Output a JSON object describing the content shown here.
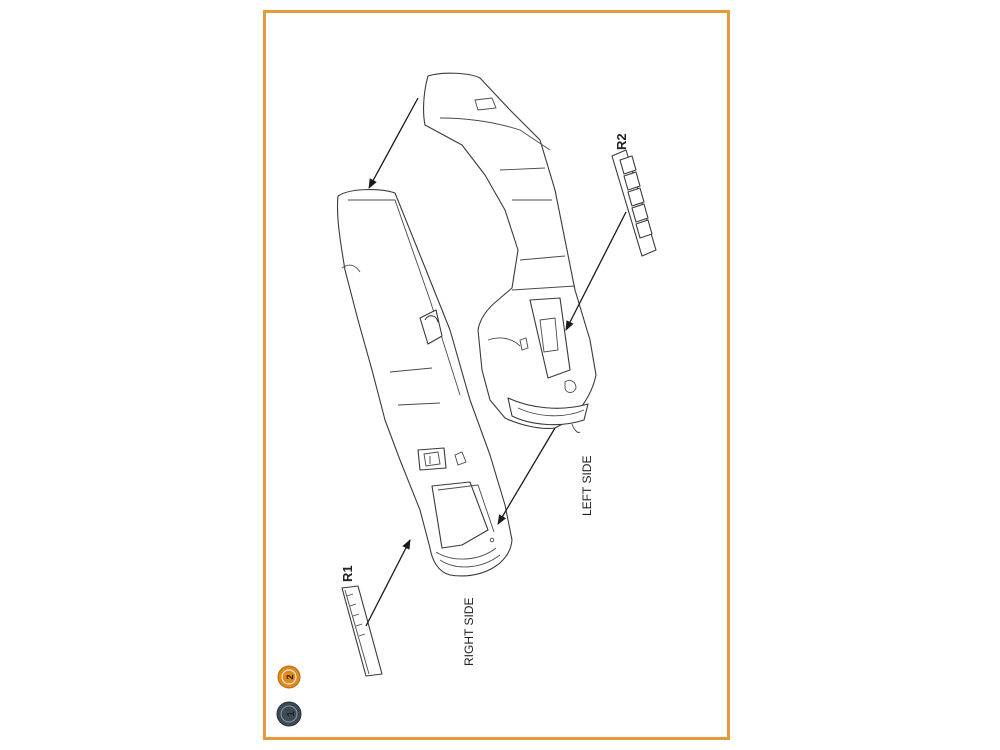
{
  "frame_color": "#e59a3c",
  "labels": {
    "r1": "R1",
    "r2": "R2",
    "right_side": "RIGHT SIDE",
    "left_side": "LEFT SIDE"
  },
  "badges": {
    "step_1": "1",
    "step_2": "2",
    "step_1_color": "#3d4a55",
    "step_2_color": "#e08a1e"
  },
  "icons": [
    "arrow-icon"
  ]
}
